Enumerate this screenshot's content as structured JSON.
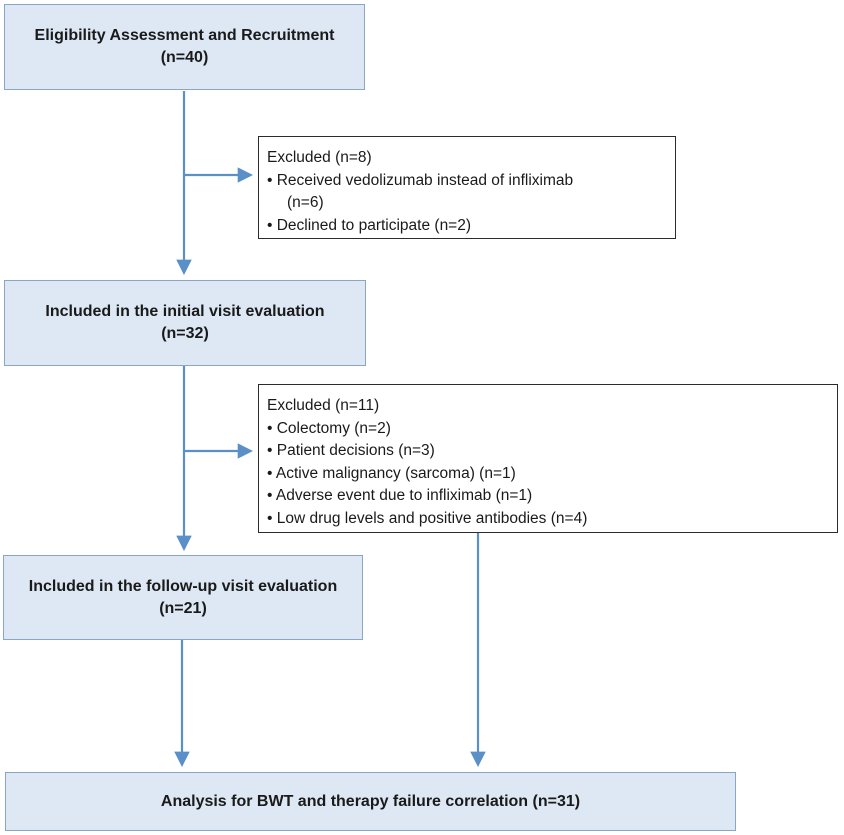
{
  "box_eligibility": {
    "title": "Eligibility Assessment and Recruitment",
    "count": "(n=40)"
  },
  "excluded_1": {
    "header": "Excluded (n=8)",
    "items": [
      {
        "text": "• Received vedolizumab instead of infliximab",
        "cont": "(n=6)"
      },
      {
        "text": "• Declined to participate (n=2)",
        "cont": ""
      }
    ]
  },
  "box_initial": {
    "title": "Included in the initial visit evaluation",
    "count": "(n=32)"
  },
  "excluded_2": {
    "header": "Excluded (n=11)",
    "items": [
      "• Colectomy (n=2)",
      "• Patient decisions (n=3)",
      "• Active malignancy (sarcoma) (n=1)",
      "• Adverse event due to infliximab (n=1)",
      "• Low drug levels and positive antibodies (n=4)"
    ]
  },
  "box_followup": {
    "title": "Included in the follow-up visit evaluation",
    "count": "(n=21)"
  },
  "box_analysis": {
    "title": "Analysis for BWT and therapy failure correlation (n=31)"
  },
  "colors": {
    "box_fill": "#dde8f4",
    "box_border": "#8aa6c4",
    "arrow": "#5b8fc7"
  }
}
